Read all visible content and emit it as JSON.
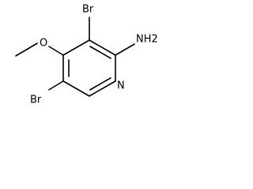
{
  "molecule": {
    "labels": {
      "br_top": "Br",
      "nh2": "NH2",
      "o": "O",
      "br_bottom": "Br",
      "n": "N"
    },
    "colors": {
      "bond": "#000000",
      "text": "#000000",
      "background": "#ffffff"
    }
  }
}
